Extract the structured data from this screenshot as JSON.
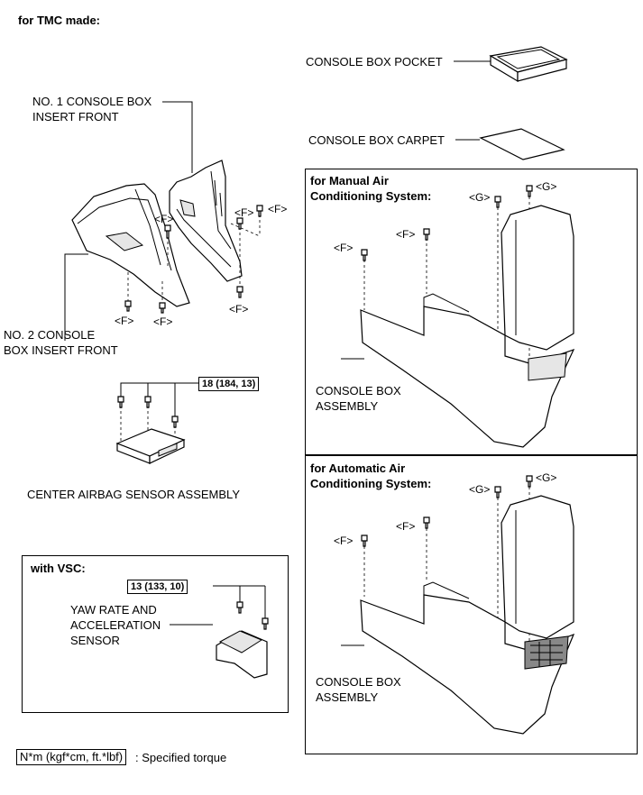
{
  "heading": "for TMC made:",
  "labels": {
    "console_box_pocket": "CONSOLE BOX POCKET",
    "console_box_carpet": "CONSOLE BOX CARPET",
    "no1_insert_line1": "NO. 1 CONSOLE BOX",
    "no1_insert_line2": "INSERT FRONT",
    "no2_insert_line1": "NO. 2 CONSOLE",
    "no2_insert_line2": "BOX INSERT FRONT",
    "center_airbag": "CENTER AIRBAG SENSOR ASSEMBLY",
    "yaw_line1": "YAW RATE AND",
    "yaw_line2": "ACCELERATION",
    "yaw_line3": "SENSOR"
  },
  "fastener_marks": {
    "f": "<F>",
    "g": "<G>"
  },
  "torques": {
    "airbag": "18 (184, 13)",
    "yaw": "13 (133, 10)"
  },
  "vsc_panel": {
    "title": "with VSC:"
  },
  "manual_panel": {
    "title_line1": "for Manual Air",
    "title_line2": "Conditioning System:",
    "assembly_line1": "CONSOLE BOX",
    "assembly_line2": "ASSEMBLY"
  },
  "auto_panel": {
    "title_line1": "for Automatic Air",
    "title_line2": "Conditioning System:",
    "assembly_line1": "CONSOLE BOX",
    "assembly_line2": "ASSEMBLY"
  },
  "legend": {
    "unit_box": "N*m (kgf*cm, ft.*lbf)",
    "text": ": Specified torque"
  }
}
